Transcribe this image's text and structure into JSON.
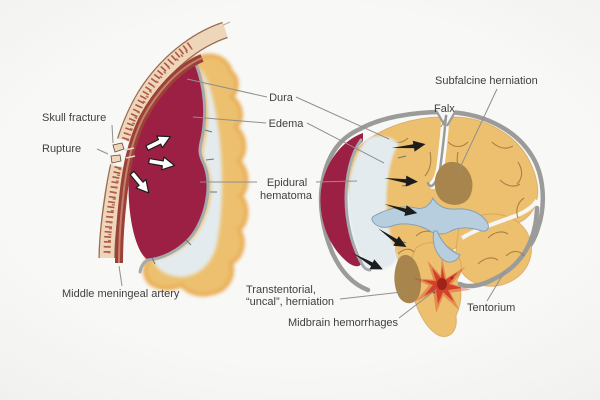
{
  "diagram": {
    "left_figure": {
      "skull_fracture": "Skull fracture",
      "rupture": "Rupture",
      "middle_meningeal_artery": "Middle meningeal artery"
    },
    "shared": {
      "dura": "Dura",
      "edema": "Edema",
      "epidural_line1": "Epidural",
      "epidural_line2": "hematoma"
    },
    "right_figure": {
      "subfalcine_herniation": "Subfalcine herniation",
      "falx": "Falx",
      "transtentorial_line1": "Transtentorial,",
      "transtentorial_line2": "“uncal”, herniation",
      "midbrain_hemorrhages": "Midbrain hemorrhages",
      "tentorium": "Tentorium"
    }
  },
  "colors": {
    "background": "#f6f6f4",
    "bone": "#eed6bb",
    "bone_speckle": "#ad5645",
    "bone_outline": "#9b6b52",
    "dura_red": "#9c4136",
    "dura_red_light": "#c47f6e",
    "hematoma": "#9c2043",
    "dura_gray": "#a4aaae",
    "edema": "#e4ebee",
    "brain": "#ecc06e",
    "brain_fringe": "#e9ad55",
    "gyri": "#9a7440",
    "herniation_brown": "#a8854d",
    "ventricle": "#b7cede",
    "hemorrhage_red": "#d23a26",
    "skull_rim_gray": "#9b9b99",
    "leader_line": "#8f8f8f",
    "label_text": "#3f3f3f",
    "arrow_black": "#1c1c1c",
    "arrow_white": "#ffffff"
  }
}
